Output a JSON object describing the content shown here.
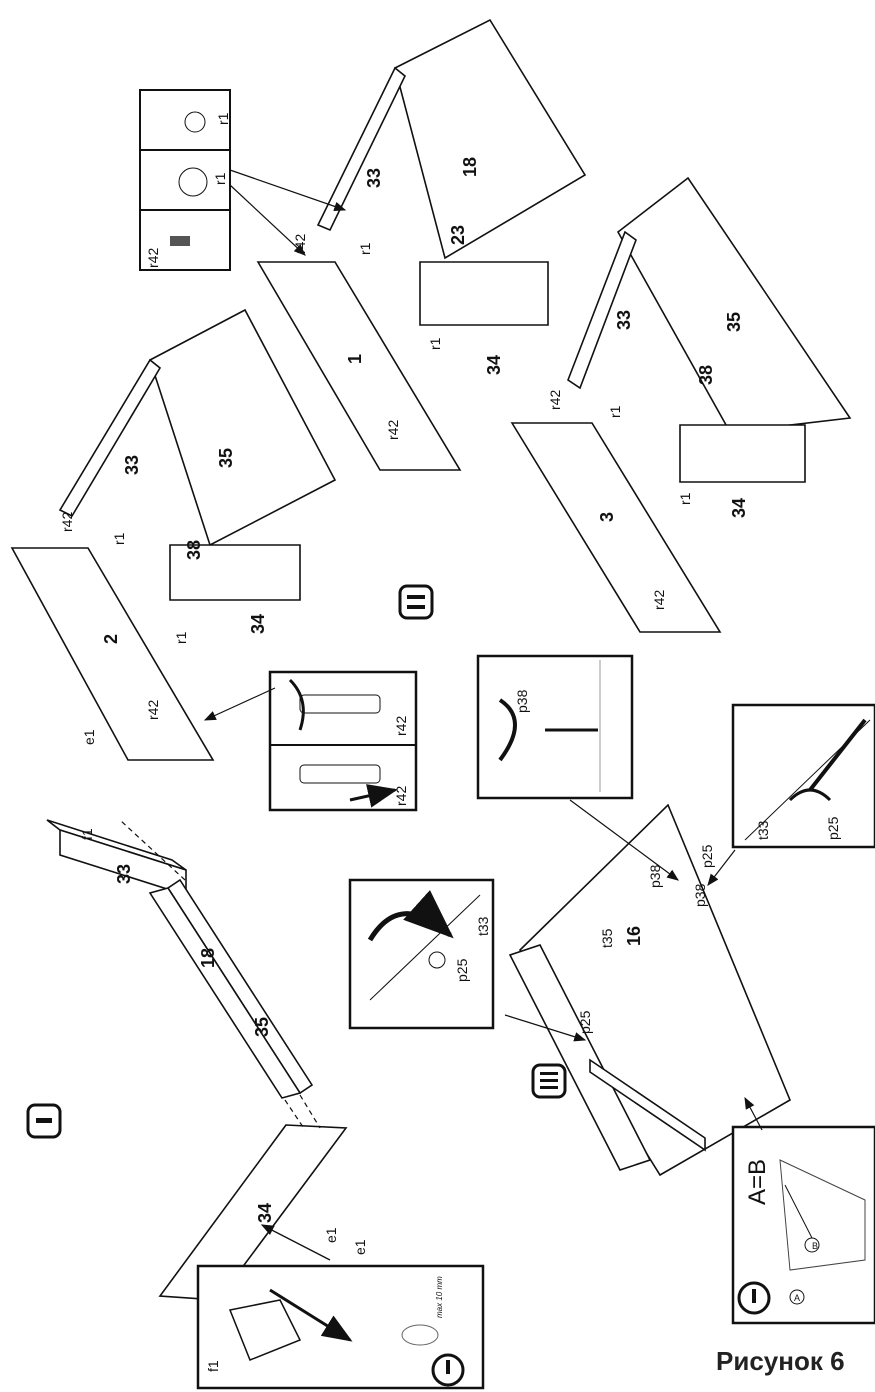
{
  "caption": "Рисунок 6",
  "steps": [
    "I",
    "II",
    "III"
  ],
  "panels": {
    "one": "1",
    "two": "2",
    "three": "3",
    "p33": "33",
    "p34": "34",
    "p35": "35",
    "p18": "18",
    "p23": "23",
    "p38": "38",
    "p16": "16"
  },
  "hardware": {
    "f1": "f1",
    "e1": "e1",
    "r1": "r1",
    "r42": "r42",
    "p25": "p25",
    "p38": "p38",
    "t33": "t33",
    "t35": "t35"
  },
  "inset_text": {
    "ab": "A=B",
    "a": "A",
    "b": "B",
    "dim": "max 10 mm"
  },
  "colors": {
    "line": "#111111",
    "fill": "#ffffff",
    "shade": "#cfcfcf"
  }
}
